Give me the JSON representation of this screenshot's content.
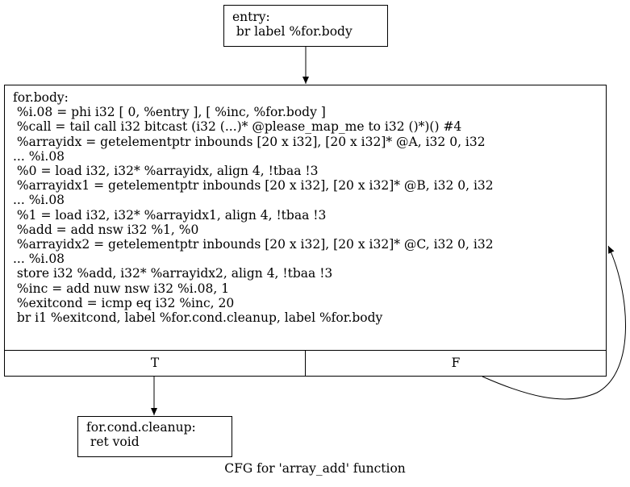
{
  "nodes": {
    "entry": {
      "lines": [
        "entry:",
        " br label %for.body"
      ]
    },
    "for_body": {
      "lines": [
        "for.body:",
        " %i.08 = phi i32 [ 0, %entry ], [ %inc, %for.body ]",
        " %call = tail call i32 bitcast (i32 (...)* @please_map_me to i32 ()*)() #4",
        " %arrayidx = getelementptr inbounds [20 x i32], [20 x i32]* @A, i32 0, i32",
        "... %i.08",
        " %0 = load i32, i32* %arrayidx, align 4, !tbaa !3",
        " %arrayidx1 = getelementptr inbounds [20 x i32], [20 x i32]* @B, i32 0, i32",
        "... %i.08",
        " %1 = load i32, i32* %arrayidx1, align 4, !tbaa !3",
        " %add = add nsw i32 %1, %0",
        " %arrayidx2 = getelementptr inbounds [20 x i32], [20 x i32]* @C, i32 0, i32",
        "... %i.08",
        " store i32 %add, i32* %arrayidx2, align 4, !tbaa !3",
        " %inc = add nuw nsw i32 %i.08, 1",
        " %exitcond = icmp eq i32 %inc, 20",
        " br i1 %exitcond, label %for.cond.cleanup, label %for.body"
      ],
      "ports": {
        "true_label": "T",
        "false_label": "F"
      }
    },
    "for_cond_cleanup": {
      "lines": [
        "for.cond.cleanup:",
        " ret void"
      ]
    }
  },
  "caption": "CFG for 'array_add' function"
}
